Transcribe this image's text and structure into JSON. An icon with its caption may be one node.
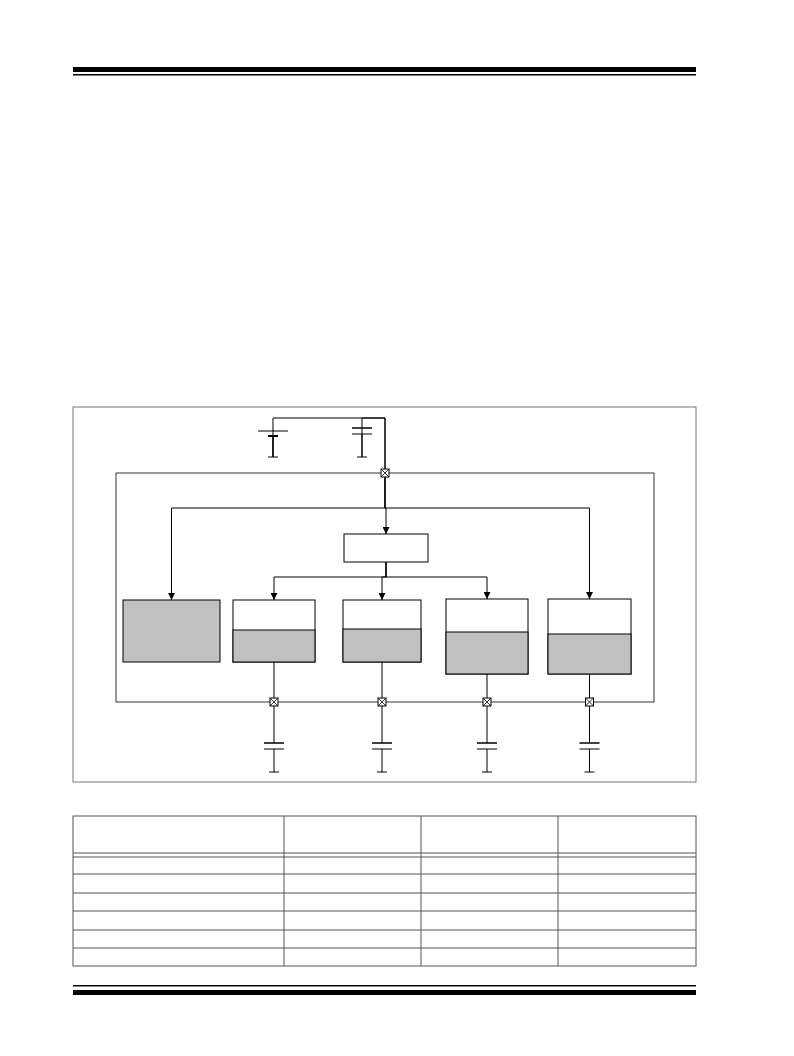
{
  "diagram": {
    "nodes": [
      {
        "text": [],
        "shape": "box"
      },
      {
        "text": [],
        "shape": "box"
      },
      {
        "text": [],
        "shape": "box",
        "in": 0
      },
      {
        "text": [],
        "shape": "box",
        "in": 0
      },
      {
        "text": [],
        "shape": "box",
        "in": 0
      },
      {
        "text": [],
        "shape": "box",
        "in": 0
      },
      {
        "text": [],
        "shape": "box",
        "in": 0
      },
      {
        "text": [],
        "shape": "box",
        "in": 0
      },
      {
        "text": [],
        "shape": "box"
      },
      {
        "text": [],
        "shape": "box"
      },
      {
        "text": [],
        "shape": "box"
      },
      {
        "text": [],
        "shape": "box"
      },
      {
        "text": [],
        "shape": "picture"
      },
      {
        "text": [],
        "shape": "picture"
      },
      {
        "text": [],
        "shape": "picture"
      },
      {
        "text": [],
        "shape": "picture"
      },
      {
        "text": [],
        "shape": "picture"
      },
      {
        "text": [],
        "shape": "picture"
      }
    ],
    "edges": [
      {
        "from": 12,
        "to": 1,
        "arrow": "none"
      },
      {
        "from": 13,
        "to": 1,
        "arrow": "none"
      },
      {
        "from": 1,
        "to": 2,
        "arrow": "to"
      },
      {
        "from": 1,
        "to": 3,
        "arrow": "to"
      },
      {
        "from": 1,
        "to": 7,
        "arrow": "to"
      },
      {
        "from": 2,
        "to": 4,
        "arrow": "to"
      },
      {
        "from": 2,
        "to": 5,
        "arrow": "to"
      },
      {
        "from": 2,
        "to": 6,
        "arrow": "to"
      },
      {
        "from": 4,
        "to": 8,
        "arrow": "none"
      },
      {
        "from": 5,
        "to": 9,
        "arrow": "none"
      },
      {
        "from": 6,
        "to": 10,
        "arrow": "none"
      },
      {
        "from": 7,
        "to": 11,
        "arrow": "none"
      },
      {
        "from": 8,
        "to": 14,
        "arrow": "none"
      },
      {
        "from": 9,
        "to": 15,
        "arrow": "none"
      },
      {
        "from": 10,
        "to": 16,
        "arrow": "none"
      },
      {
        "from": 11,
        "to": 17,
        "arrow": "none"
      }
    ]
  }
}
